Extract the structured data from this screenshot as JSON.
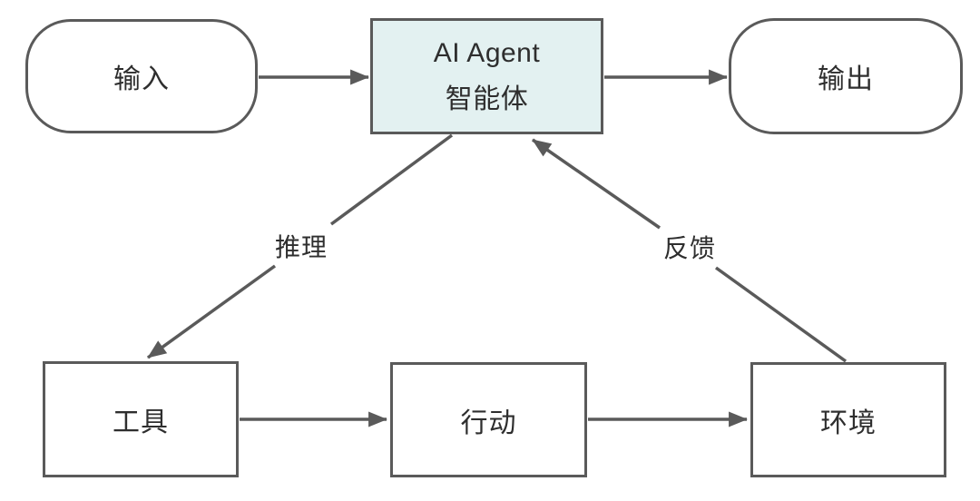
{
  "diagram": {
    "background_color": "#ffffff",
    "stroke_color": "#5a5a5a",
    "text_color": "#2e2e2e",
    "nodes": {
      "input": {
        "label": "输入",
        "shape": "pill",
        "fill": "#ffffff"
      },
      "agent": {
        "label_line1": "AI Agent",
        "label_line2": "智能体",
        "shape": "rect",
        "fill": "#e3f1f1"
      },
      "output": {
        "label": "输出",
        "shape": "pill",
        "fill": "#ffffff"
      },
      "tools": {
        "label": "工具",
        "shape": "rect",
        "fill": "#ffffff"
      },
      "action": {
        "label": "行动",
        "shape": "rect",
        "fill": "#ffffff"
      },
      "environment": {
        "label": "环境",
        "shape": "rect",
        "fill": "#ffffff"
      }
    },
    "edges": [
      {
        "from": "input",
        "to": "agent",
        "label": ""
      },
      {
        "from": "agent",
        "to": "output",
        "label": ""
      },
      {
        "from": "agent",
        "to": "tools",
        "label": "推理"
      },
      {
        "from": "environment",
        "to": "agent",
        "label": "反馈"
      },
      {
        "from": "tools",
        "to": "action",
        "label": ""
      },
      {
        "from": "action",
        "to": "environment",
        "label": ""
      }
    ]
  }
}
